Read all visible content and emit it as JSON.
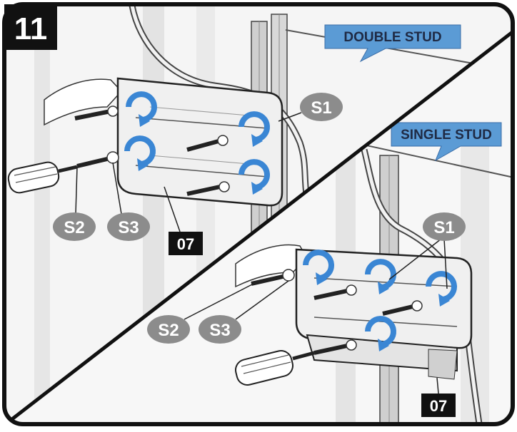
{
  "step": {
    "number": "11"
  },
  "panels": {
    "top": {
      "banner": "DOUBLE STUD",
      "screw_callouts": [
        "S1",
        "S2",
        "S3"
      ],
      "bracket_part": "07"
    },
    "bottom": {
      "banner": "SINGLE STUD",
      "screw_callouts": [
        "S1",
        "S2",
        "S3"
      ],
      "bracket_part": "07"
    }
  },
  "colors": {
    "frame": "#111111",
    "banner_fill": "#5b9bd5",
    "banner_text": "#1f2a44",
    "callout_fill": "#8c8c8c",
    "callout_text": "#ffffff",
    "part_tag_fill": "#111111",
    "part_tag_text": "#ffffff",
    "rotation_arrow": "#3a86d4",
    "line_art": "#333333",
    "wall": "#f4f4f4",
    "stud": "#d9d9d9"
  },
  "icons": [
    "rotation-arrow-icon",
    "screwdriver-icon",
    "hand-icon",
    "screw-icon",
    "washer-icon"
  ]
}
